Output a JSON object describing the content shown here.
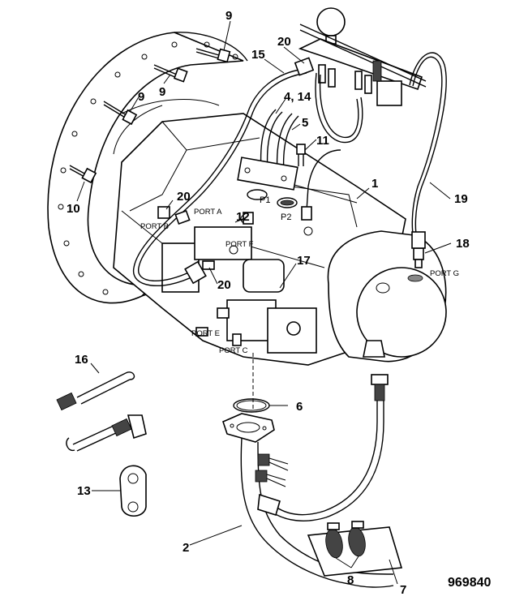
{
  "callouts": [
    {
      "id": "c1",
      "text": "1"
    },
    {
      "id": "c2",
      "text": "2"
    },
    {
      "id": "c4_14",
      "text": "4, 14"
    },
    {
      "id": "c5",
      "text": "5"
    },
    {
      "id": "c6",
      "text": "6"
    },
    {
      "id": "c7",
      "text": "7"
    },
    {
      "id": "c8",
      "text": "8"
    },
    {
      "id": "c9a",
      "text": "9"
    },
    {
      "id": "c9b",
      "text": "9"
    },
    {
      "id": "c9c",
      "text": "9"
    },
    {
      "id": "c10",
      "text": "10"
    },
    {
      "id": "c11",
      "text": "11"
    },
    {
      "id": "c12",
      "text": "12"
    },
    {
      "id": "c13",
      "text": "13"
    },
    {
      "id": "c15",
      "text": "15"
    },
    {
      "id": "c16",
      "text": "16"
    },
    {
      "id": "c17",
      "text": "17"
    },
    {
      "id": "c18",
      "text": "18"
    },
    {
      "id": "c19",
      "text": "19"
    },
    {
      "id": "c20a",
      "text": "20"
    },
    {
      "id": "c20b",
      "text": "20"
    },
    {
      "id": "c20c",
      "text": "20"
    }
  ],
  "ports": [
    {
      "id": "pa",
      "text": "PORT A"
    },
    {
      "id": "pb",
      "text": "PORT B"
    },
    {
      "id": "pf",
      "text": "PORT F"
    },
    {
      "id": "pg",
      "text": "PORT G"
    },
    {
      "id": "pe",
      "text": "PORT E"
    },
    {
      "id": "pc",
      "text": "PORT C"
    },
    {
      "id": "p1",
      "text": "P1"
    },
    {
      "id": "p2",
      "text": "P2"
    }
  ],
  "figure_number": "969840"
}
